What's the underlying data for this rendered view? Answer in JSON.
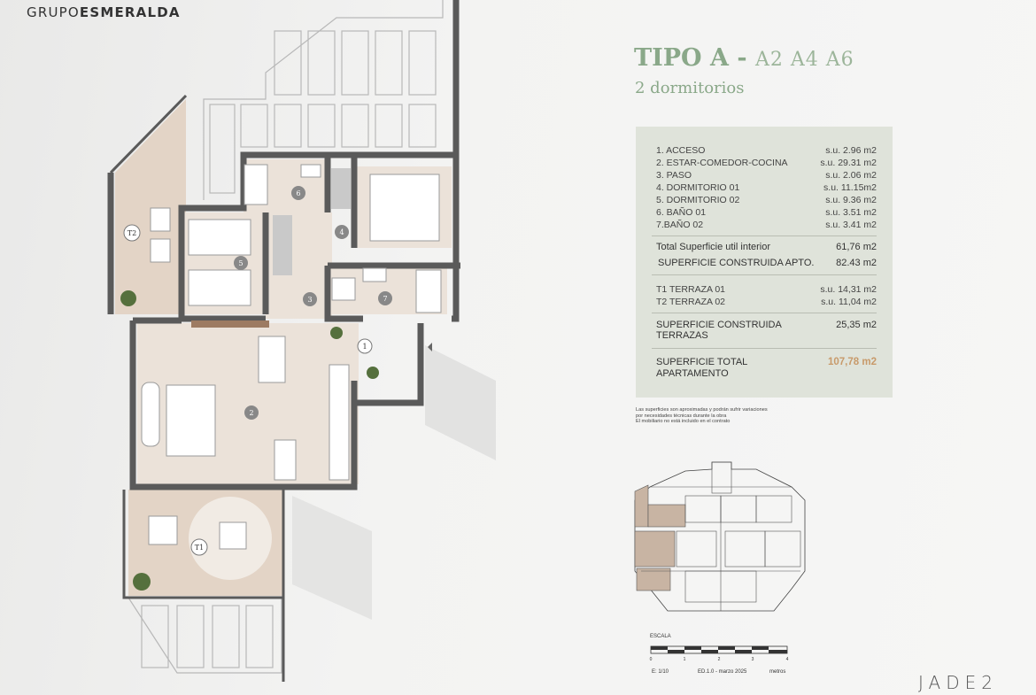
{
  "brand": {
    "prefix": "GRUPO",
    "name": "ESMERALDA"
  },
  "title": {
    "type": "TIPO A",
    "dash": "-",
    "codes": "A2 A4 A6",
    "subtitle": "2 dormitorios"
  },
  "rooms": [
    {
      "label": "1. ACCESO",
      "unit": "s.u.",
      "value": "2.96 m2"
    },
    {
      "label": "2. ESTAR-COMEDOR-COCINA",
      "unit": "s.u.",
      "value": "29.31 m2"
    },
    {
      "label": "3. PASO",
      "unit": "s.u.",
      "value": "2.06 m2"
    },
    {
      "label": "4. DORMITORIO 01",
      "unit": "s.u.",
      "value": "11.15m2"
    },
    {
      "label": "5. DORMITORIO 02",
      "unit": "s.u.",
      "value": "9.36 m2"
    },
    {
      "label": "6. BAÑO 01",
      "unit": "s.u.",
      "value": "3.51 m2"
    },
    {
      "label": "7.BAÑO 02",
      "unit": "s.u.",
      "value": "3.41 m2"
    }
  ],
  "totals": {
    "util_label": "Total Superficie util interior",
    "util_value": "61,76 m2",
    "construida_label": "SUPERFICIE CONSTRUIDA APTO.",
    "construida_value": "82.43 m2"
  },
  "terraces": [
    {
      "label": "T1 TERRAZA 01",
      "unit": "s.u.",
      "value": "14,31 m2"
    },
    {
      "label": "T2 TERRAZA 02",
      "unit": "s.u.",
      "value": "11,04 m2"
    }
  ],
  "terrace_total": {
    "label_1": "SUPERFICIE CONSTRUIDA",
    "label_2": "TERRAZAS",
    "value": "25,35 m2"
  },
  "grand_total": {
    "label_1": "SUPERFICIE TOTAL",
    "label_2": "APARTAMENTO",
    "value": "107,78 m2"
  },
  "note": [
    "Las superficies son aproximadas y podrán sufrir variaciones",
    "por necesidades técnicas durante la obra",
    "El mobiliario no está incluido en el contrato"
  ],
  "plan_labels": {
    "r1": "1",
    "r2": "2",
    "r3": "3",
    "r4": "4",
    "r5": "5",
    "r6": "6",
    "r7": "7",
    "t1": "T1",
    "t2": "T2"
  },
  "scale": {
    "title": "ESCALA",
    "ticks": [
      "0",
      "1",
      "2",
      "3",
      "4"
    ],
    "ratio": "E: 1/10",
    "edition": "ED.1.0 - marzo 2025",
    "unit": "metros"
  },
  "logo": "JADE2",
  "colors": {
    "accent_green": "#8aa889",
    "table_bg": "#dfe3da",
    "highlight": "#c89a6a",
    "room_fill": "#ebe2d9"
  }
}
